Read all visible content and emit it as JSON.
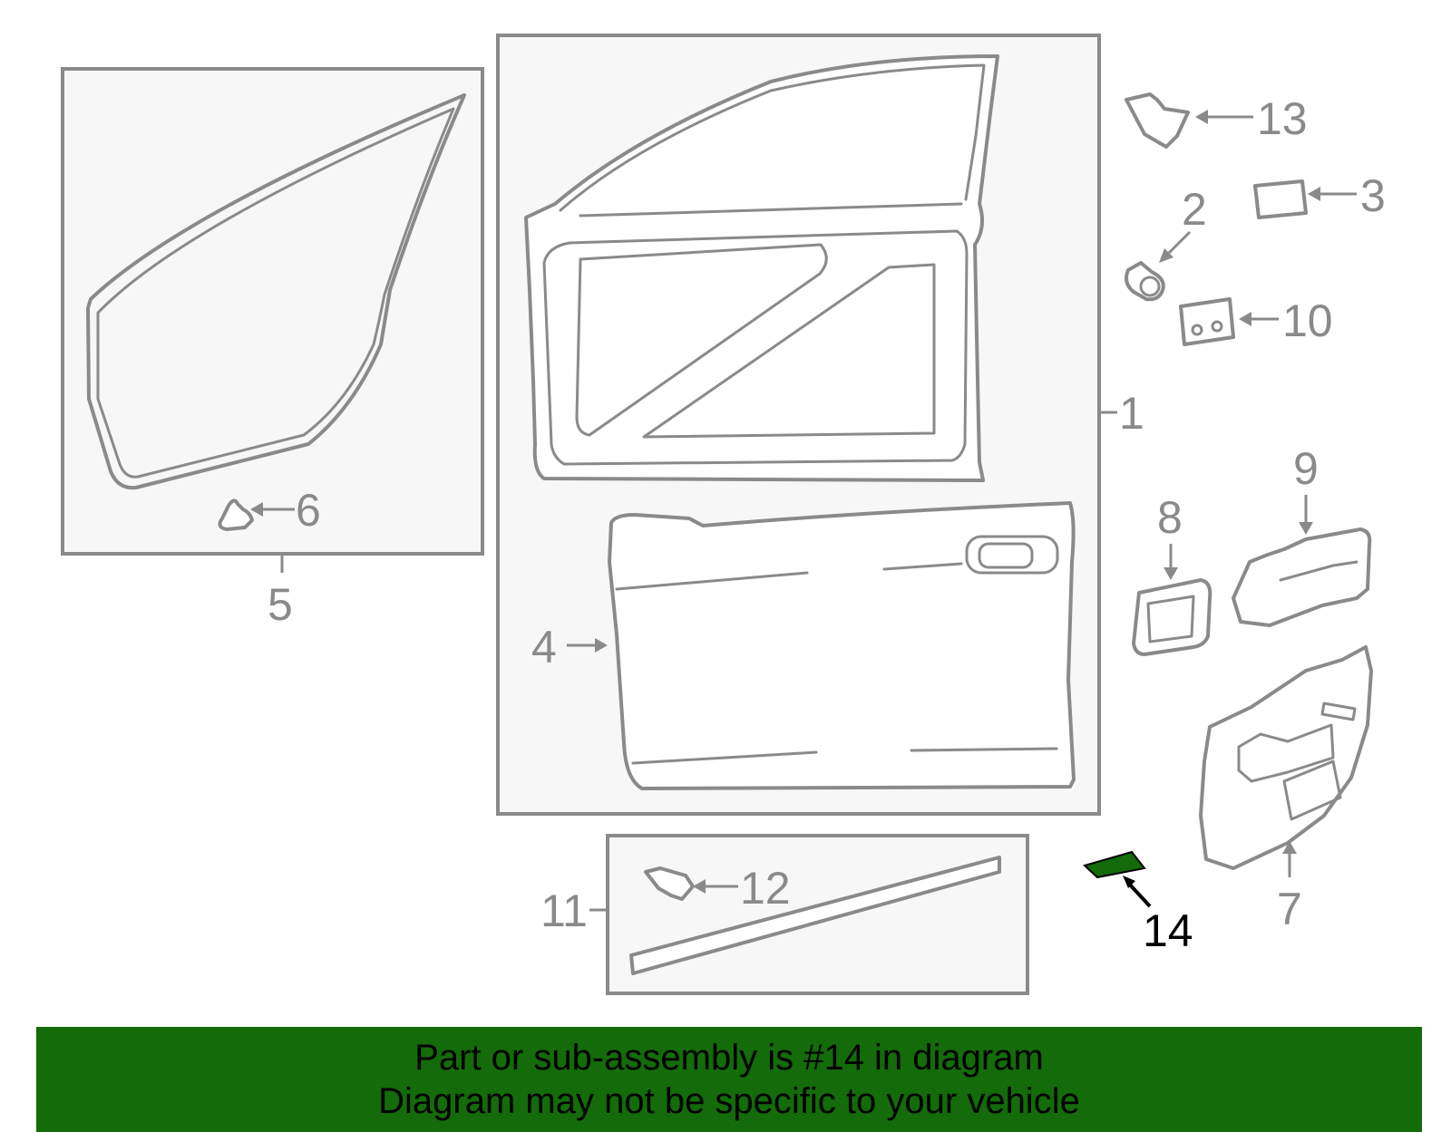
{
  "diagram": {
    "highlight_color": "#136b09",
    "highlighted_part": "14",
    "callouts": {
      "c1": "1",
      "c2": "2",
      "c3": "3",
      "c4": "4",
      "c5": "5",
      "c6": "6",
      "c7": "7",
      "c8": "8",
      "c9": "9",
      "c10": "10",
      "c11": "11",
      "c12": "12",
      "c13": "13",
      "c14": "14"
    }
  },
  "banner": {
    "line1": "Part or sub-assembly is #14 in diagram",
    "line2": "Diagram may not be specific to your vehicle",
    "background": "#136b09"
  }
}
